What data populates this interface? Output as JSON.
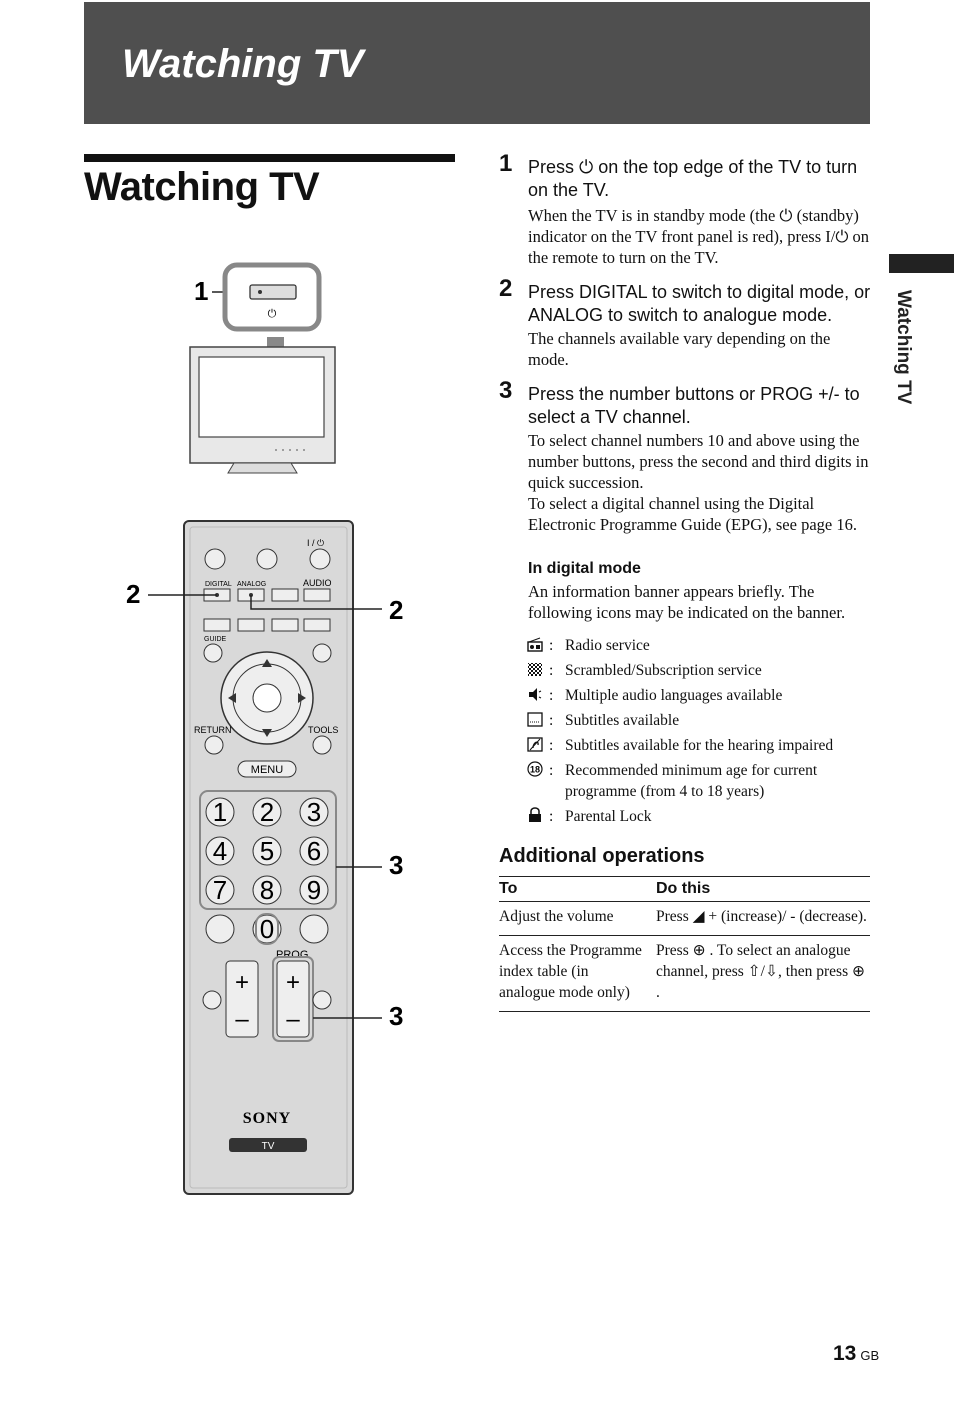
{
  "banner": {
    "title": "Watching TV"
  },
  "side_tab": {
    "label": "Watching TV"
  },
  "section": {
    "title": "Watching TV"
  },
  "figure": {
    "callouts": [
      "1",
      "2",
      "2",
      "3",
      "3"
    ],
    "remote": {
      "digital": "DIGITAL",
      "analog": "ANALOG",
      "audio": "AUDIO",
      "guide": "GUIDE",
      "return": "RETURN",
      "tools": "TOOLS",
      "menu": "MENU",
      "prog": "PROG",
      "digits": [
        "1",
        "2",
        "3",
        "4",
        "5",
        "6",
        "7",
        "8",
        "9",
        "0"
      ],
      "plus": "+",
      "minus": "–",
      "power": "I / ⏻",
      "brand": "SONY",
      "tv": "TV"
    }
  },
  "steps": [
    {
      "num": "1",
      "head": "Press ⏻ on the top edge of the TV to turn on the TV.",
      "body": "When the TV is in standby mode (the ⏻ (standby) indicator on the TV front panel is red), press I/⏻ on the remote to turn on the TV."
    },
    {
      "num": "2",
      "head": "Press DIGITAL to switch to digital mode, or ANALOG to switch to analogue mode.",
      "body": "The channels available vary depending on the mode."
    },
    {
      "num": "3",
      "head": "Press the number buttons or PROG +/- to select a TV channel.",
      "body1": "To select channel numbers 10 and above using the number buttons, press the second and third digits in quick succession.",
      "body2": "To select a digital channel using the Digital Electronic Programme Guide (EPG), see page 16."
    }
  ],
  "digital_mode": {
    "title": "In digital mode",
    "text": "An information banner appears briefly. The following icons may be indicated on the banner.",
    "icons": [
      {
        "icon": "radio-service-icon",
        "label": "Radio service"
      },
      {
        "icon": "scrambled-icon",
        "label": "Scrambled/Subscription service"
      },
      {
        "icon": "multi-audio-icon",
        "label": "Multiple audio languages available"
      },
      {
        "icon": "subtitles-icon",
        "label": "Subtitles available"
      },
      {
        "icon": "hearing-impaired-icon",
        "label": "Subtitles available for the hearing impaired"
      },
      {
        "icon": "age-18-icon",
        "label": "Recommended minimum age for current programme (from 4 to 18 years)"
      },
      {
        "icon": "padlock-icon",
        "label": "Parental Lock"
      }
    ]
  },
  "additional": {
    "title": "Additional operations",
    "headers": [
      "To",
      "Do this"
    ],
    "rows": [
      {
        "to": "Adjust the volume",
        "do": "Press ◢ + (increase)/ - (decrease)."
      },
      {
        "to": "Access the Programme index table (in analogue mode only)",
        "do": "Press ⊕ . To select an analogue channel, press ⇧/⇩, then press ⊕ ."
      }
    ]
  },
  "page": {
    "number": "13",
    "suffix": "GB"
  }
}
